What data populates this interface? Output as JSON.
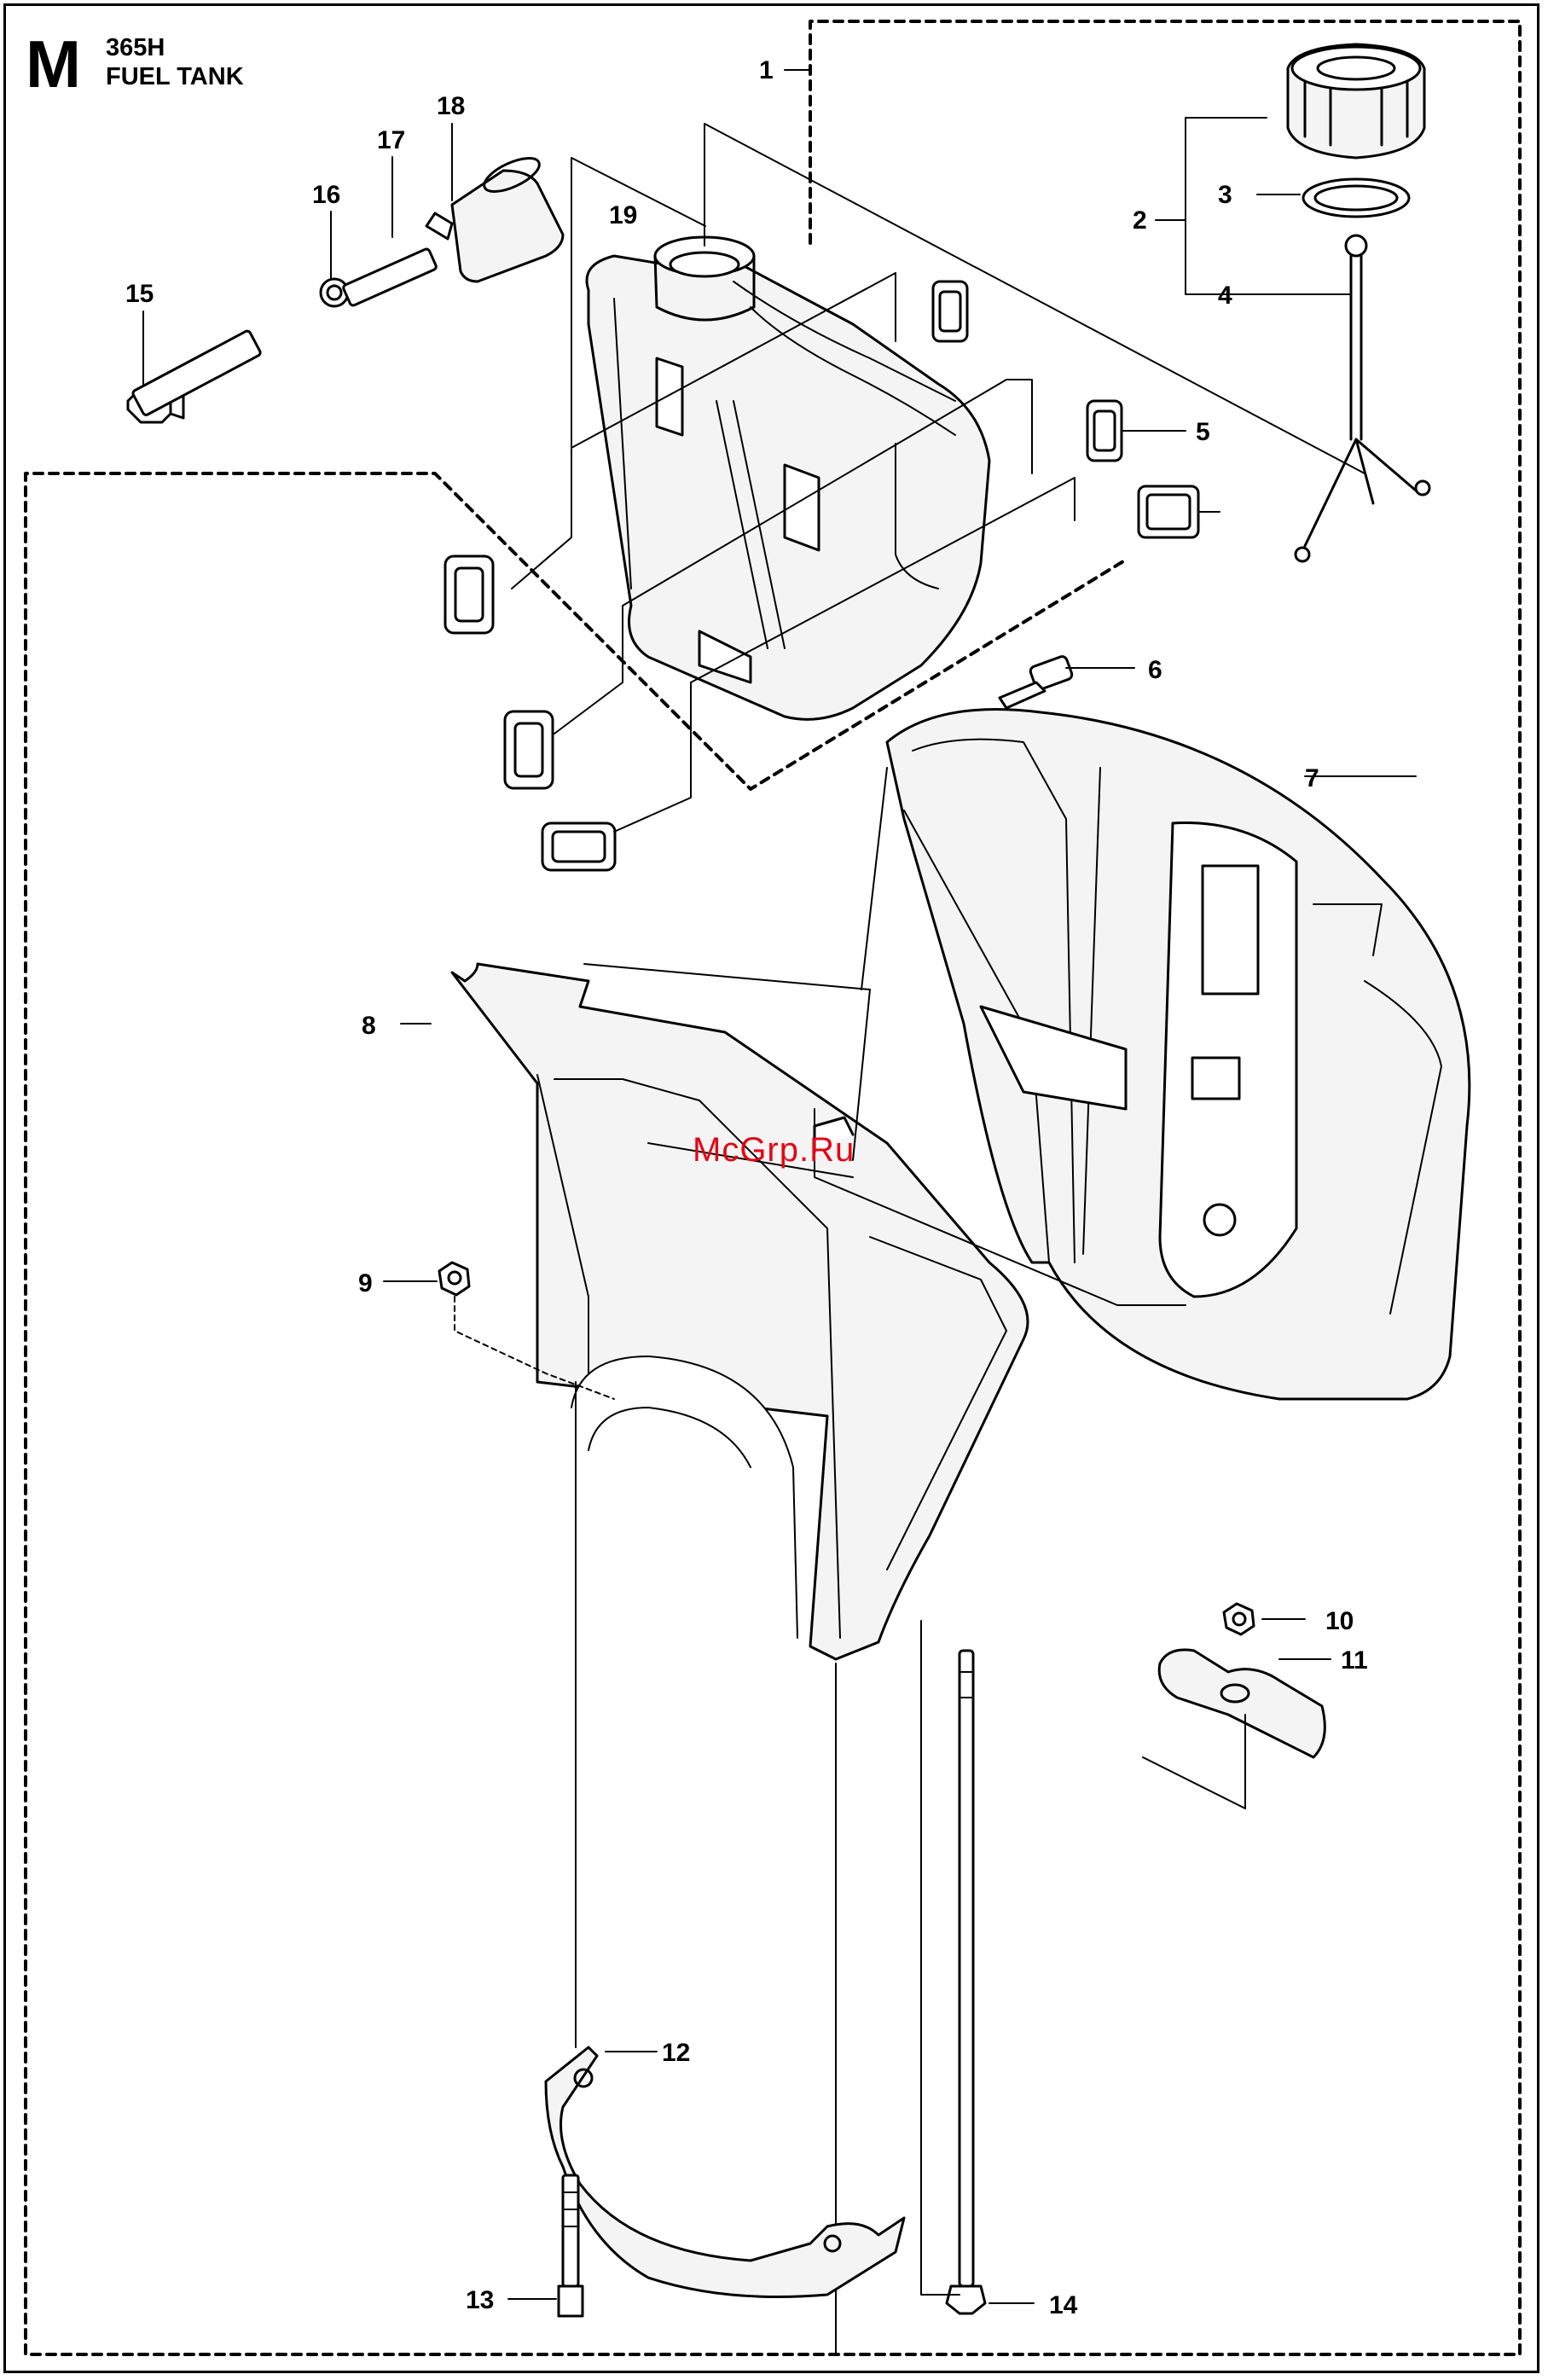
{
  "header": {
    "section_letter": "M",
    "model": "365H",
    "title": "FUEL TANK"
  },
  "watermark": "McGrp.Ru",
  "callouts": [
    "1",
    "2",
    "3",
    "4",
    "5",
    "6",
    "7",
    "8",
    "9",
    "10",
    "11",
    "12",
    "13",
    "14",
    "15",
    "16",
    "17",
    "18",
    "19"
  ],
  "colors": {
    "ink": "#000000",
    "shade": "#e8e8e8",
    "watermark": "#e30613"
  }
}
